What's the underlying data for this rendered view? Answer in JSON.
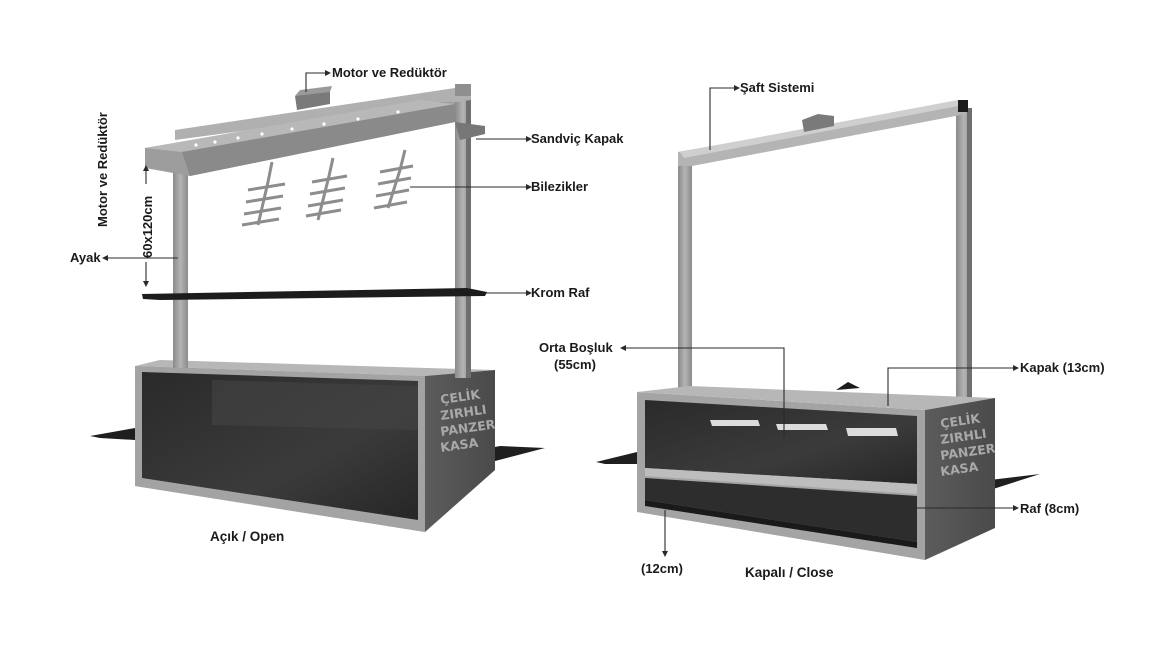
{
  "open_view": {
    "caption": "Açık / Open",
    "labels": {
      "motor_top": "Motor ve Redüktör",
      "motor_side": "Motor ve Redüktör",
      "dimension": "60x120cm",
      "sandwich_cover": "Sandviç Kapak",
      "bracelets": "Bilezikler",
      "leg": "Ayak",
      "chrome_shelf": "Krom Raf"
    },
    "brand": [
      "ÇELİK",
      "ZIRHLI",
      "PANZER",
      "KASA"
    ]
  },
  "closed_view": {
    "caption": "Kapalı / Close",
    "labels": {
      "shaft_system": "Şaft Sistemi",
      "middle_gap_line1": "Orta Boşluk",
      "middle_gap_line2": "(55cm)",
      "cover": "Kapak (13cm)",
      "shelf": "Raf (8cm)",
      "bottom": "(12cm)"
    },
    "brand": [
      "ÇELİK",
      "ZIRHLI",
      "PANZER",
      "KASA"
    ]
  },
  "colors": {
    "frame": "#9a9a9a",
    "frame_dark": "#6f6f6f",
    "frame_light": "#bdbdbd",
    "cabinet_inside": "#2e2e2e",
    "cabinet_inside_light": "#3d3d3d",
    "shelf_black": "#1a1a1a",
    "label_text": "#1a1a1a",
    "brand_text": "#a9a9a9"
  }
}
